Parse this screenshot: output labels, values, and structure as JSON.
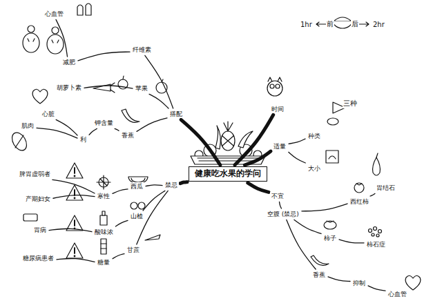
{
  "diagram": {
    "nodes": [
      {
        "text": [
          "健康吃水果的学问"
        ]
      },
      {
        "text": [
          "搭配"
        ]
      },
      {
        "text": [
          "纤维素"
        ]
      },
      {
        "text": [
          "减肥"
        ]
      },
      {
        "text": [
          "心血管"
        ]
      },
      {
        "text": [
          "胡萝卜素"
        ]
      },
      {
        "text": [
          "苹果"
        ]
      },
      {
        "text": [
          "香蕉"
        ]
      },
      {
        "text": [
          "钾含量"
        ]
      },
      {
        "text": [
          "利"
        ]
      },
      {
        "text": [
          "心脏"
        ]
      },
      {
        "text": [
          "肌肉"
        ]
      },
      {
        "text": [
          "禁忌"
        ]
      },
      {
        "text": [
          "西瓜"
        ]
      },
      {
        "text": [
          "寒性"
        ]
      },
      {
        "text": [
          "脾胃虚弱者"
        ]
      },
      {
        "text": [
          "产期妇女"
        ]
      },
      {
        "text": [
          "山楂"
        ]
      },
      {
        "text": [
          "酸味浓"
        ]
      },
      {
        "text": [
          "胃病"
        ]
      },
      {
        "text": [
          "甘蔗"
        ]
      },
      {
        "text": [
          "糖量"
        ]
      },
      {
        "text": [
          "糖尿病患者"
        ]
      },
      {
        "text": [
          "时间"
        ]
      },
      {
        "text": [
          "适量"
        ]
      },
      {
        "text": [
          "种类"
        ]
      },
      {
        "text": [
          "大小"
        ]
      },
      {
        "text": [
          "不宜"
        ]
      },
      {
        "text": [
          "空腹 (禁忌)"
        ]
      },
      {
        "text": [
          "西红柿"
        ]
      },
      {
        "text": [
          "胃结石"
        ]
      },
      {
        "text": [
          "柿子"
        ]
      },
      {
        "text": [
          "柿石症"
        ]
      },
      {
        "text": [
          "香蕉"
        ]
      },
      {
        "text": [
          "抑制"
        ]
      },
      {
        "text": [
          "心血管"
        ]
      }
    ],
    "edges": [
      {
        "from": 0,
        "to": 1,
        "arrow": "none"
      },
      {
        "from": 1,
        "to": 2,
        "arrow": "none"
      },
      {
        "from": 2,
        "to": 3,
        "arrow": "none"
      },
      {
        "from": 3,
        "to": 4,
        "arrow": "none"
      },
      {
        "from": 1,
        "to": 6,
        "arrow": "none"
      },
      {
        "from": 6,
        "to": 5,
        "arrow": "none"
      },
      {
        "from": 1,
        "to": 7,
        "arrow": "none"
      },
      {
        "from": 7,
        "to": 8,
        "arrow": "none"
      },
      {
        "from": 8,
        "to": 9,
        "arrow": "none"
      },
      {
        "from": 9,
        "to": 10,
        "arrow": "none"
      },
      {
        "from": 9,
        "to": 11,
        "arrow": "none"
      },
      {
        "from": 0,
        "to": 12,
        "arrow": "none"
      },
      {
        "from": 12,
        "to": 13,
        "arrow": "none"
      },
      {
        "from": 13,
        "to": 14,
        "arrow": "none"
      },
      {
        "from": 14,
        "to": 15,
        "arrow": "none"
      },
      {
        "from": 14,
        "to": 16,
        "arrow": "none"
      },
      {
        "from": 12,
        "to": 17,
        "arrow": "none"
      },
      {
        "from": 17,
        "to": 18,
        "arrow": "none"
      },
      {
        "from": 18,
        "to": 19,
        "arrow": "none"
      },
      {
        "from": 12,
        "to": 20,
        "arrow": "none"
      },
      {
        "from": 20,
        "to": 21,
        "arrow": "none"
      },
      {
        "from": 21,
        "to": 22,
        "arrow": "none"
      },
      {
        "from": 0,
        "to": 23,
        "arrow": "none"
      },
      {
        "from": 0,
        "to": 24,
        "arrow": "none"
      },
      {
        "from": 24,
        "to": 25,
        "arrow": "none"
      },
      {
        "from": 24,
        "to": 26,
        "arrow": "none"
      },
      {
        "from": 0,
        "to": 27,
        "arrow": "none"
      },
      {
        "from": 27,
        "to": 28,
        "arrow": "none"
      },
      {
        "from": 28,
        "to": 29,
        "arrow": "none"
      },
      {
        "from": 29,
        "to": 30,
        "arrow": "none"
      },
      {
        "from": 28,
        "to": 31,
        "arrow": "none"
      },
      {
        "from": 31,
        "to": 32,
        "arrow": "none"
      },
      {
        "from": 28,
        "to": 33,
        "arrow": "none"
      },
      {
        "from": 33,
        "to": 34,
        "arrow": "none"
      },
      {
        "from": 34,
        "to": 35,
        "arrow": "none"
      }
    ],
    "labels": [
      "1hr",
      "前",
      "后",
      "2hr",
      "三种"
    ]
  }
}
